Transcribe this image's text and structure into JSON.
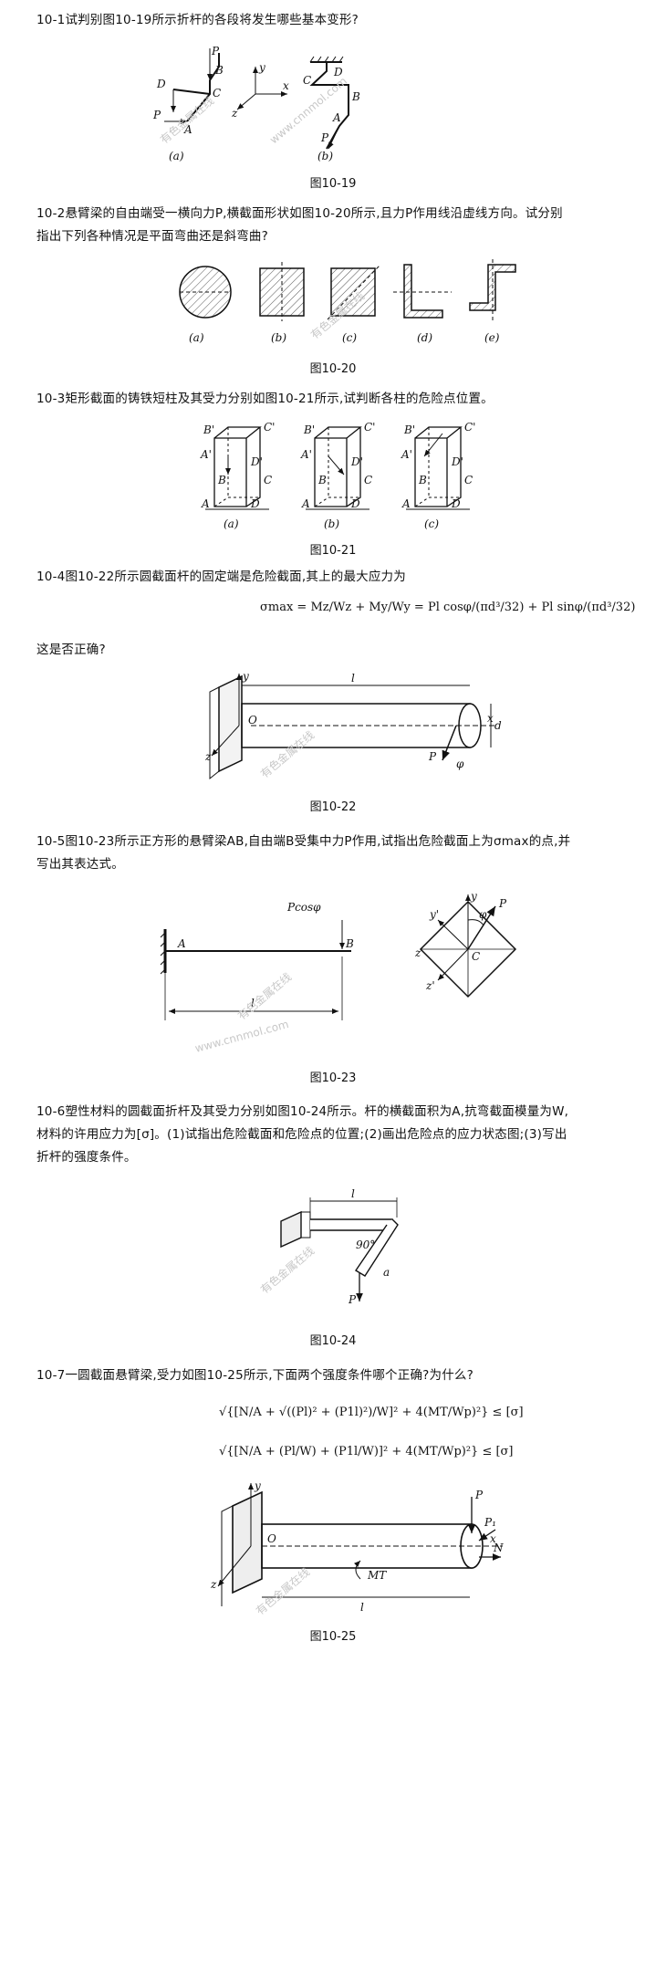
{
  "problems": [
    {
      "id": "10-1",
      "text": "10-1试判别图10-19所示折杆的各段将发生哪些基本变形?",
      "caption": "图10-19"
    },
    {
      "id": "10-2",
      "text_line1": "10-2悬臂梁的自由端受一横向力P,横截面形状如图10-20所示,且力P作用线沿虚线方向。试分别",
      "text_line2": "指出下列各种情况是平面弯曲还是斜弯曲?",
      "caption": "图10-20"
    },
    {
      "id": "10-3",
      "text": "10-3矩形截面的铸铁短柱及其受力分别如图10-21所示,试判断各柱的危险点位置。",
      "caption": "图10-21"
    },
    {
      "id": "10-4",
      "text": "10-4图10-22所示圆截面杆的固定端是危险截面,其上的最大应力为",
      "formula": "σmax = Mz/Wz + My/Wy = Pl cosφ/(πd³/32) + Pl sinφ/(πd³/32)",
      "question": "这是否正确?",
      "caption": "图10-22"
    },
    {
      "id": "10-5",
      "text_line1": "10-5图10-23所示正方形的悬臂梁AB,自由端B受集中力P作用,试指出危险截面上为σmax的点,并",
      "text_line2": "写出其表达式。",
      "caption": "图10-23"
    },
    {
      "id": "10-6",
      "text_line1": "10-6塑性材料的圆截面折杆及其受力分别如图10-24所示。杆的横截面积为A,抗弯截面模量为W,",
      "text_line2": "材料的许用应力为[σ]。(1)试指出危险截面和危险点的位置;(2)画出危险点的应力状态图;(3)写出",
      "text_line3": "折杆的强度条件。",
      "caption": "图10-24"
    },
    {
      "id": "10-7",
      "text": "10-7一圆截面悬臂梁,受力如图10-25所示,下面两个强度条件哪个正确?为什么?",
      "formula1": "√{[N/A + √((Pl)² + (P1l)²)/W]² + 4(MT/Wp)²} ≤ [σ]",
      "formula2": "√{[N/A + (Pl/W) + (P1l/W)]² + 4(MT/Wp)²} ≤ [σ]",
      "caption": "图10-25"
    }
  ],
  "watermarks": {
    "cn": "有色金属在线",
    "url": "www.cnnmol.com"
  },
  "labels": {
    "f19": {
      "P": "P",
      "B": "B",
      "C": "C",
      "D": "D",
      "A": "A",
      "y": "y",
      "x": "x",
      "z": "z",
      "a": "(a)",
      "b": "(b)"
    },
    "f20": [
      "(a)",
      "(b)",
      "(c)",
      "(d)",
      "(e)"
    ],
    "f21": {
      "B'": "B'",
      "C'": "C'",
      "A'": "A'",
      "D'": "D'",
      "B": "B",
      "C": "C",
      "A": "A",
      "D": "D",
      "a": "(a)",
      "b": "(b)",
      "c": "(c)"
    },
    "f22": {
      "y": "y",
      "l": "l",
      "O": "O",
      "x": "x",
      "d": "d",
      "z": "z",
      "P": "P",
      "phi": "φ"
    },
    "f23": {
      "Pcos": "Pcosφ",
      "A": "A",
      "B": "B",
      "l": "l",
      "y": "y",
      "phi": "φ",
      "P": "P",
      "yp": "y'",
      "C": "C",
      "z": "z",
      "zp": "z'"
    },
    "f24": {
      "l": "l",
      "deg": "90°",
      "a": "a",
      "P": "P"
    },
    "f25": {
      "y": "y",
      "P": "P",
      "P1": "P₁",
      "N": "N",
      "O": "O",
      "MT": "MT",
      "x": "x",
      "z": "z",
      "l": "l"
    }
  }
}
